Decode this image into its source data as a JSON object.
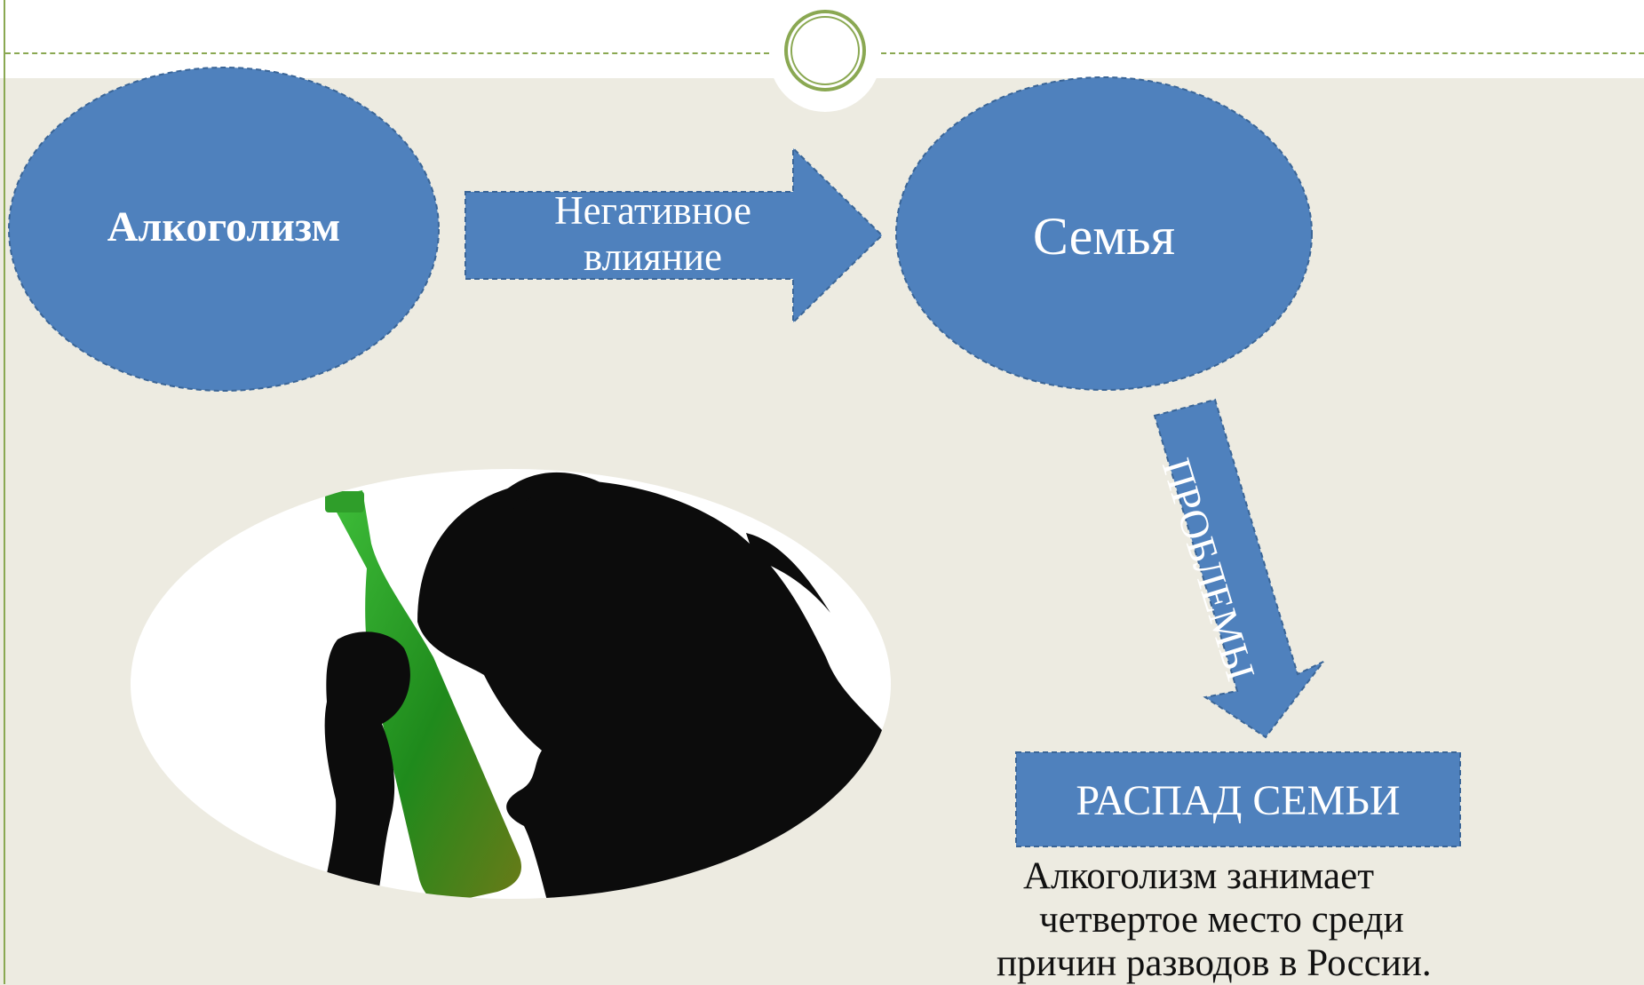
{
  "diagram": {
    "node_alcoholism": "Алкоголизм",
    "arrow_negative_line1": "Негативное",
    "arrow_negative_line2": "влияние",
    "node_family": "Семья",
    "arrow_problems": "ПРОБЛЕМЫ",
    "node_breakup": "РАСПАД СЕМЬИ"
  },
  "caption": {
    "line1": "Алкоголизм занимает",
    "line2": "четвертое место среди",
    "line3": "причин разводов в России."
  },
  "colors": {
    "shape_fill": "#4f81bd",
    "shape_border": "#3a6597",
    "accent_green": "#8aa852",
    "background": "#edebe1"
  }
}
